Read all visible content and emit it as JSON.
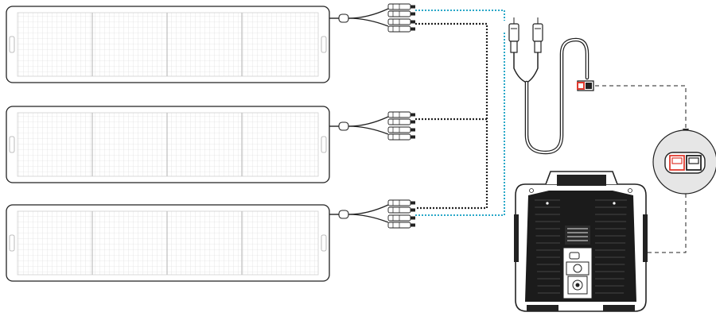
{
  "diagram": {
    "panels": [
      {
        "id": "solar-panel-1"
      },
      {
        "id": "solar-panel-2"
      },
      {
        "id": "solar-panel-3"
      }
    ],
    "colors": {
      "outline": "#222222",
      "panel_grid": "#d4d4d4",
      "positive_wire": "#2aa8c8",
      "negative_wire": "#222222",
      "connector_red": "#e03a2f",
      "station_body": "#1b1b1b",
      "port_zoom_bg": "#e6e6e6"
    },
    "connection_style": "dashed",
    "icons": [
      "solar-panel-icon",
      "mc4-branch-connector-icon",
      "mc4-to-anderson-cable-icon",
      "anderson-port-icon",
      "power-station-icon"
    ]
  }
}
